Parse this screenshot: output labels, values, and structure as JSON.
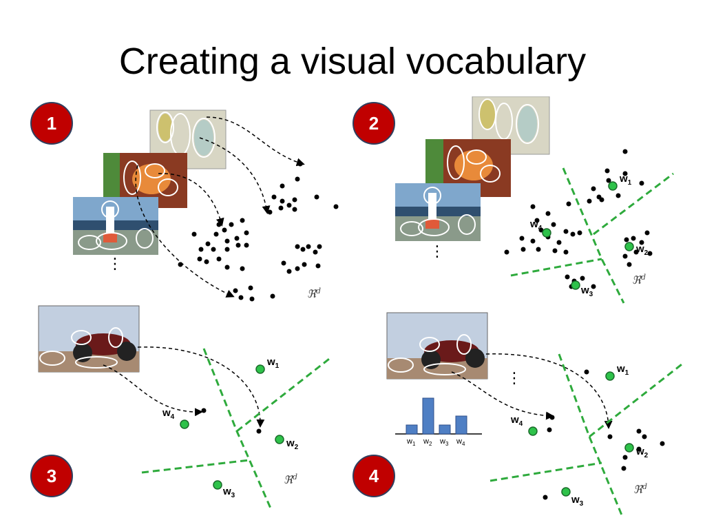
{
  "slide": {
    "title": "Creating a visual vocabulary"
  },
  "panels": [
    {
      "step": "1",
      "space_label": "ℜ",
      "space_sup": "d"
    },
    {
      "step": "2",
      "space_label": "ℜ",
      "space_sup": "d"
    },
    {
      "step": "3",
      "space_label": "ℜ",
      "space_sup": "d"
    },
    {
      "step": "4",
      "space_label": "ℜ",
      "space_sup": "d"
    }
  ],
  "words": [
    {
      "base": "w",
      "sub": "1"
    },
    {
      "base": "w",
      "sub": "2"
    },
    {
      "base": "w",
      "sub": "3"
    },
    {
      "base": "w",
      "sub": "4"
    }
  ],
  "histogram": {
    "bars": [
      {
        "label": "w",
        "sub": "1",
        "value": 1
      },
      {
        "label": "w",
        "sub": "2",
        "value": 4
      },
      {
        "label": "w",
        "sub": "3",
        "value": 1
      },
      {
        "label": "w",
        "sub": "4",
        "value": 2
      }
    ]
  },
  "more_indicator": "⋮",
  "colors": {
    "badge": "#c00000",
    "cluster_boundary": "#2eaa3c",
    "cluster_center": "#2ec24a",
    "points": "#000000"
  }
}
